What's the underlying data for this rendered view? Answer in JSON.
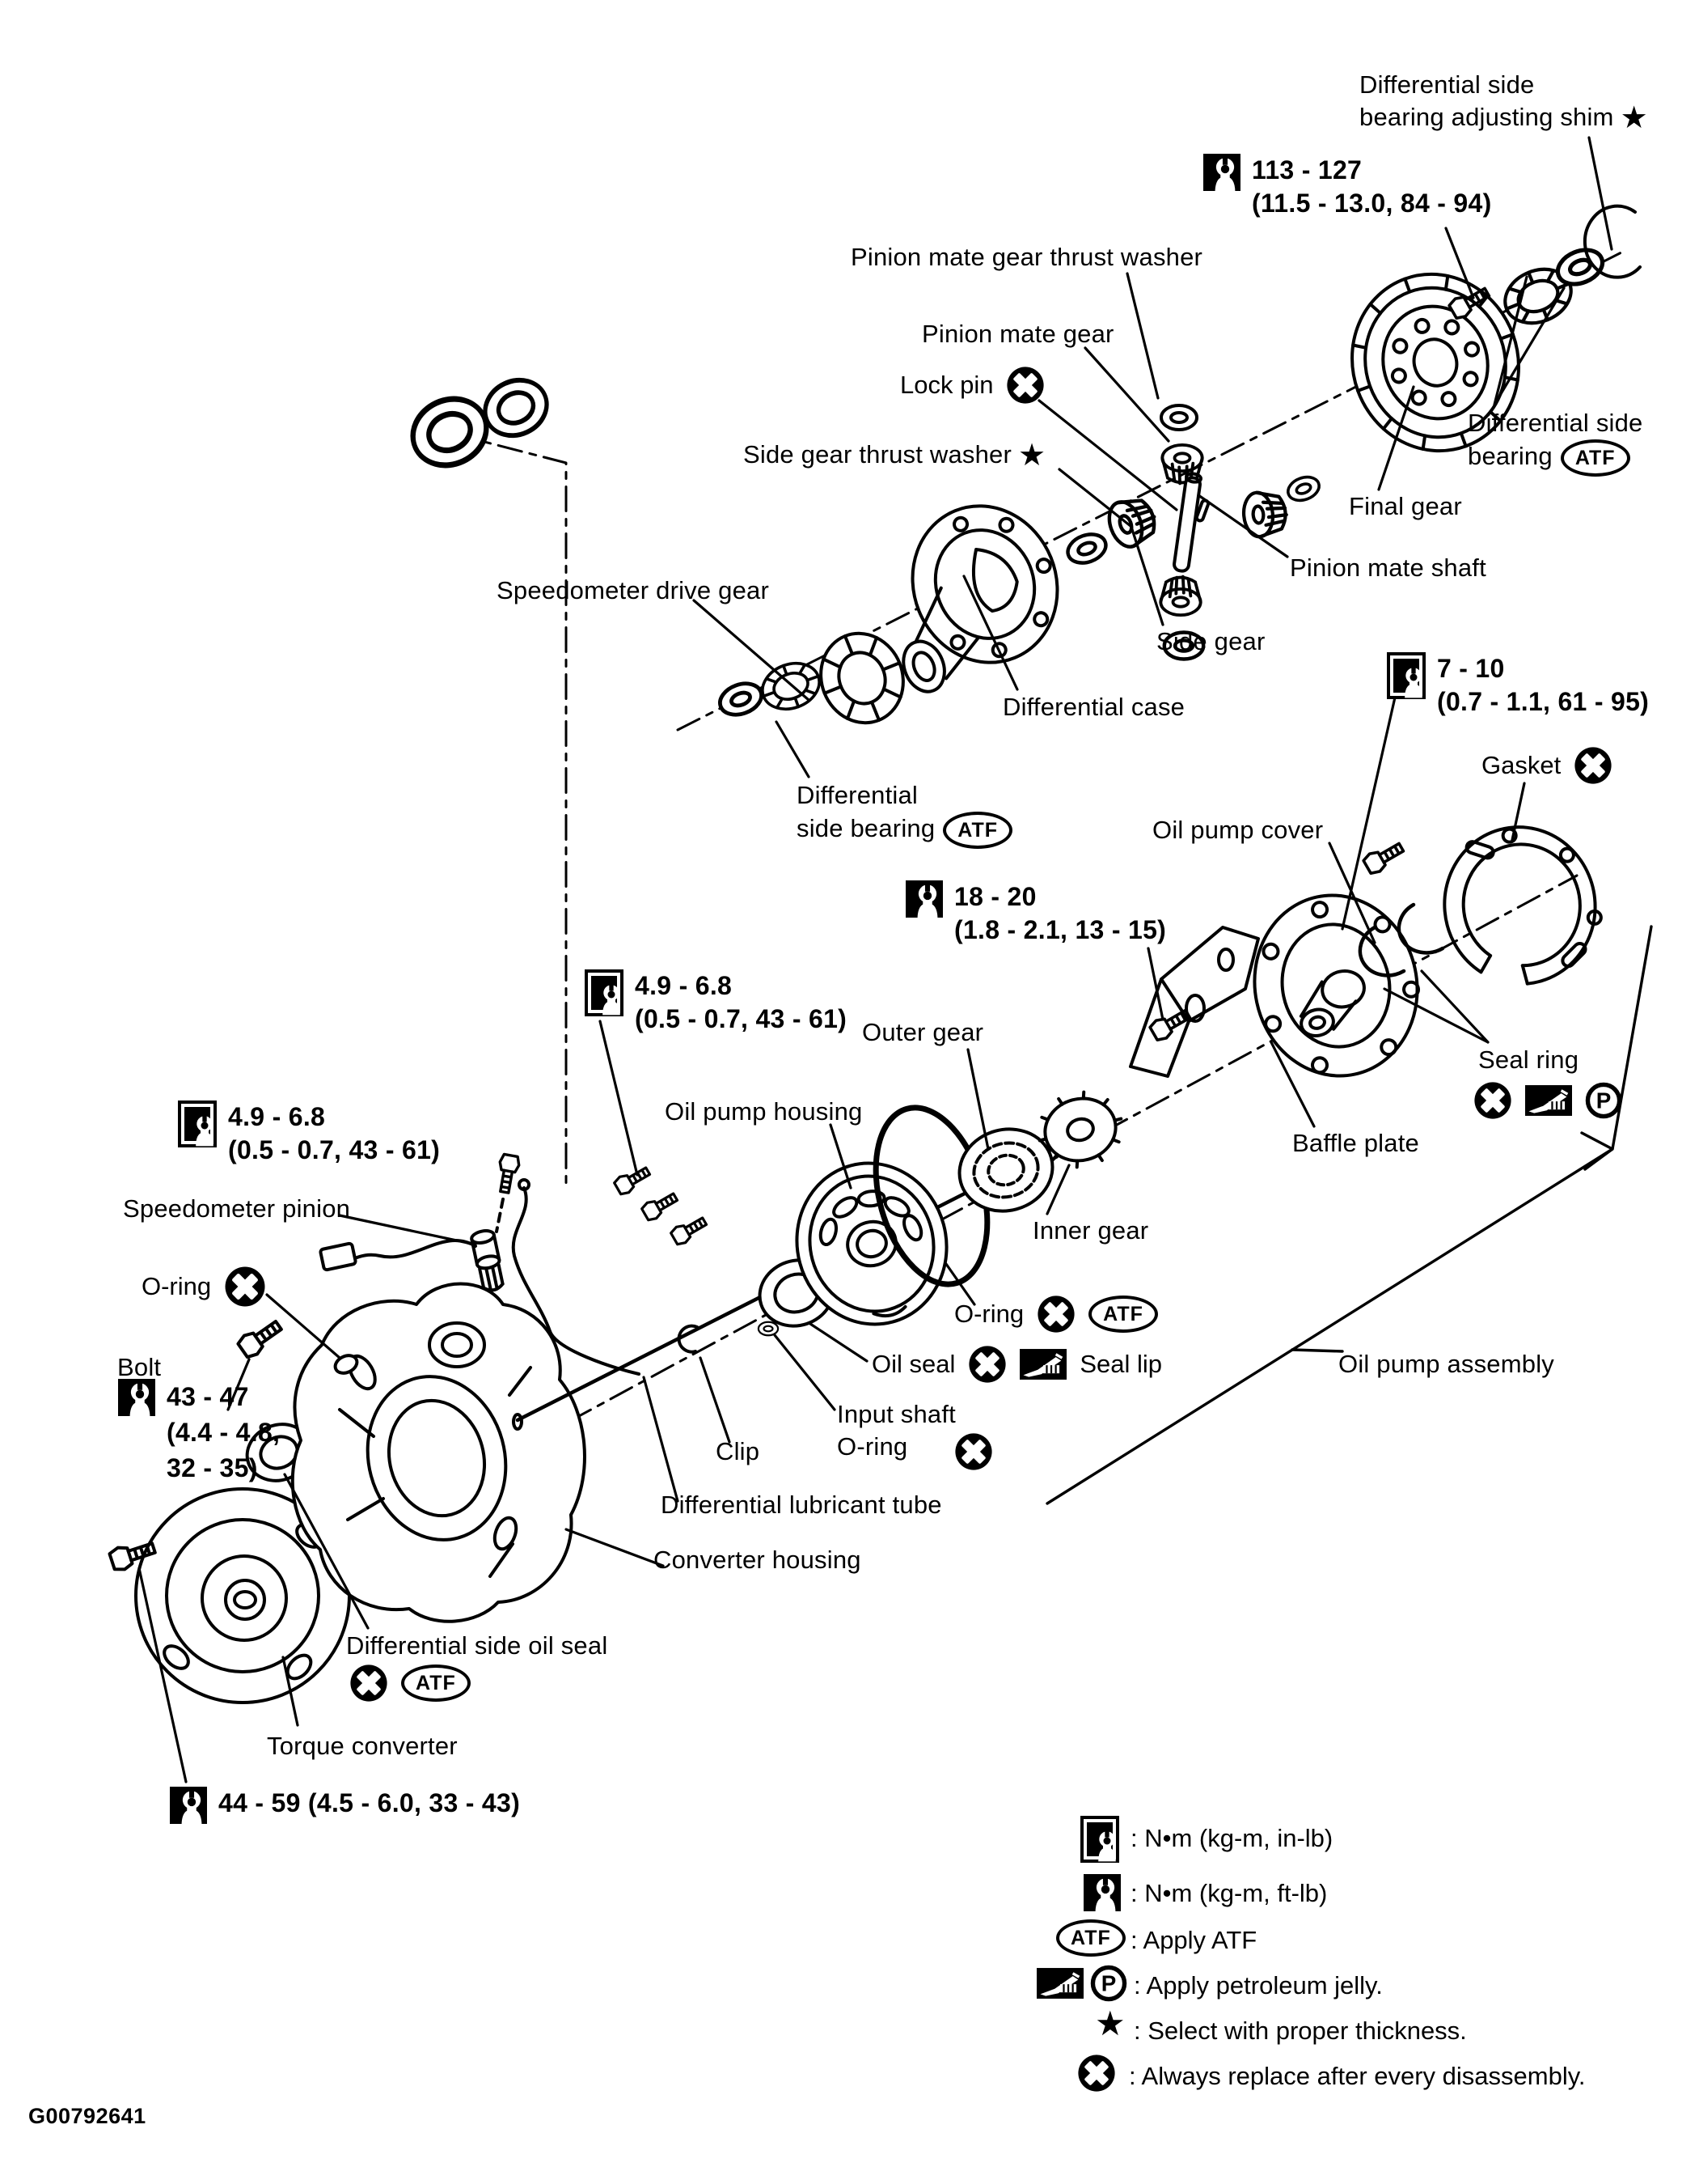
{
  "figure_code": "G00792641",
  "colors": {
    "ink": "#000000",
    "paper": "#ffffff"
  },
  "badges": {
    "atf": "ATF",
    "p": "P",
    "star": "★"
  },
  "icons": {
    "replace_icon": "x-in-black-circle",
    "torque_inlb_icon": "framed-black-square-wrench",
    "torque_ftlb_icon": "black-square-wrench",
    "atf_badge": "oval-ATF",
    "petroleum_jelly_icon": "circled-P",
    "seal_lip_icon": "black-rect-seal-applicator",
    "select_thickness_icon": "black-star"
  },
  "labels": {
    "shim": "Differential side\nbearing adjusting shim",
    "pinion_mate_gear_thrust_washer": "Pinion mate gear thrust washer",
    "pinion_mate_gear": "Pinion mate gear",
    "lock_pin": "Lock pin",
    "side_gear_thrust_washer": "Side gear thrust washer",
    "speedometer_drive_gear": "Speedometer drive gear",
    "differential_side_bearing_right": "Differential side\nbearing",
    "final_gear": "Final gear",
    "pinion_mate_shaft": "Pinion mate shaft",
    "side_gear": "Side gear",
    "differential_case": "Differential case",
    "gasket": "Gasket",
    "differential_side_bearing_left": "Differential\nside bearing",
    "oil_pump_cover": "Oil pump cover",
    "outer_gear": "Outer gear",
    "oil_pump_housing": "Oil pump housing",
    "seal_ring": "Seal ring",
    "baffle_plate": "Baffle plate",
    "inner_gear": "Inner gear",
    "o_ring_pump": "O-ring",
    "oil_seal": "Oil seal",
    "seal_lip": "Seal lip",
    "oil_pump_assembly": "Oil pump assembly",
    "input_shaft_o_ring": "Input shaft\nO-ring",
    "clip": "Clip",
    "differential_lubricant_tube": "Differential lubricant tube",
    "converter_housing": "Converter housing",
    "differential_side_oil_seal": "Differential side oil seal",
    "torque_converter": "Torque converter",
    "speedometer_pinion": "Speedometer pinion",
    "o_ring_speedo": "O-ring",
    "bolt": "Bolt"
  },
  "torques": {
    "final_gear_bolt": {
      "unit": "ftlb",
      "value": "113 - 127\n(11.5 - 13.0, 84 - 94)"
    },
    "oil_pump_cover_bolt": {
      "unit": "inlb",
      "value": "7 - 10\n(0.7 - 1.1, 61 - 95)"
    },
    "oil_pump_bolt": {
      "unit": "ftlb",
      "value": "18 - 20\n(1.8 - 2.1, 13 - 15)"
    },
    "tube_bracket_bolt": {
      "unit": "inlb",
      "value": "4.9 - 6.8\n(0.5 - 0.7, 43 - 61)"
    },
    "speedo_pinion_bolt": {
      "unit": "inlb",
      "value": "4.9 - 6.8\n(0.5 - 0.7, 43 - 61)"
    },
    "housing_bolt": {
      "unit": "ftlb",
      "value": "43 - 47\n(4.4 - 4.8,\n32 - 35)"
    },
    "torque_converter_bolt": {
      "unit": "ftlb",
      "value": "44 - 59 (4.5 - 6.0, 33 - 43)"
    }
  },
  "legend": {
    "rows": [
      {
        "icon": "torque_inlb_icon",
        "text": ": N•m (kg-m, in-lb)"
      },
      {
        "icon": "torque_ftlb_icon",
        "text": ": N•m (kg-m, ft-lb)"
      },
      {
        "icon": "atf_badge",
        "text": ": Apply ATF"
      },
      {
        "icon": "seal_lip_icon + petroleum_jelly_icon",
        "text": ": Apply petroleum jelly."
      },
      {
        "icon": "select_thickness_icon",
        "text": ": Select with proper thickness."
      },
      {
        "icon": "replace_icon",
        "text": ": Always replace after every disassembly."
      }
    ]
  }
}
